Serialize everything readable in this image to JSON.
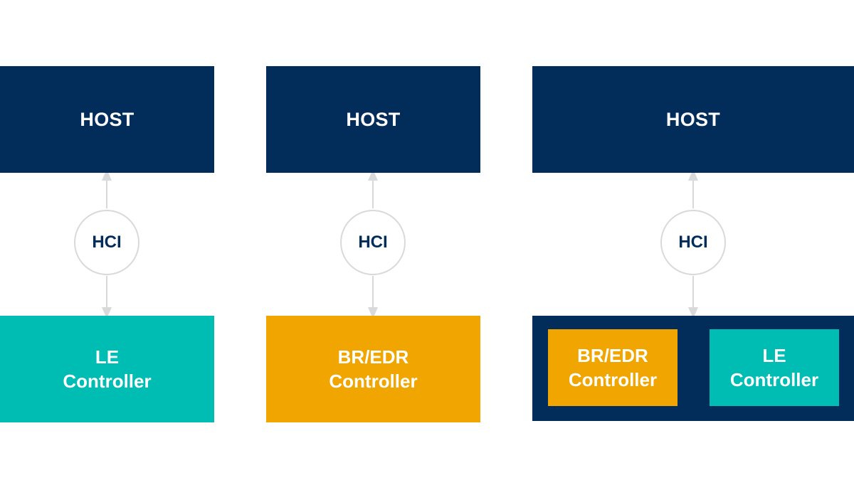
{
  "columns": [
    {
      "host_label": "HOST",
      "hci_label": "HCI",
      "controller": {
        "line1": "LE",
        "line2": "Controller"
      }
    },
    {
      "host_label": "HOST",
      "hci_label": "HCI",
      "controller": {
        "line1": "BR/EDR",
        "line2": "Controller"
      }
    },
    {
      "host_label": "HOST",
      "hci_label": "HCI",
      "controllers": [
        {
          "line1": "BR/EDR",
          "line2": "Controller"
        },
        {
          "line1": "LE",
          "line2": "Controller"
        }
      ]
    }
  ],
  "colors": {
    "host": "#022d5b",
    "le_controller": "#00bdb3",
    "bredr_controller": "#f0a500",
    "connector": "#d9d9d9",
    "hci_text": "#022d5b"
  }
}
